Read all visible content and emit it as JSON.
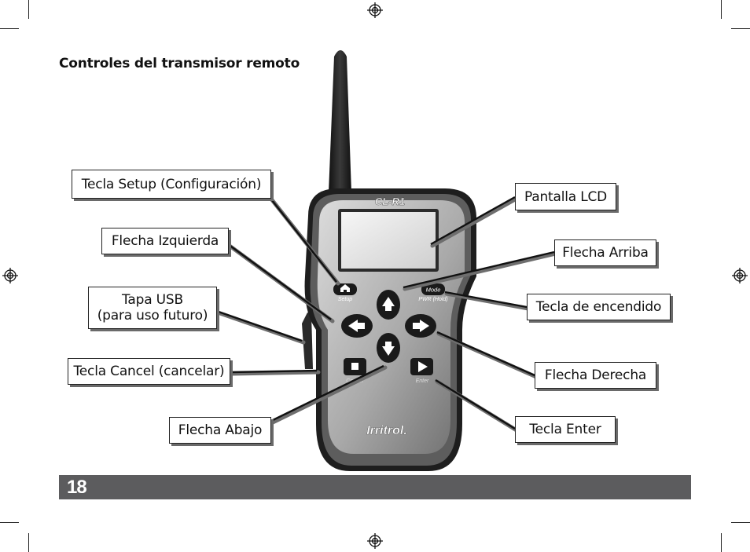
{
  "heading": "Controles del transmisor remoto",
  "page_number": "18",
  "device": {
    "model": "CL-R1",
    "brand": "Irritrol.",
    "keys": {
      "setup": "Setup",
      "mode": "Mode",
      "power": "PWR (Hold)",
      "cancel": "Cancel",
      "enter": "Enter"
    }
  },
  "callouts": {
    "setup_key": "Tecla Setup (Configuración)",
    "left_arrow": "Flecha Izquierda",
    "usb_cover": "Tapa USB",
    "usb_cover_note": "(para uso futuro)",
    "cancel_key": "Tecla Cancel (cancelar)",
    "down_arrow": "Flecha Abajo",
    "lcd_screen": "Pantalla LCD",
    "up_arrow": "Flecha Arriba",
    "power_key": "Tecla de encendido",
    "right_arrow": "Flecha Derecha",
    "enter_key": "Tecla Enter"
  }
}
